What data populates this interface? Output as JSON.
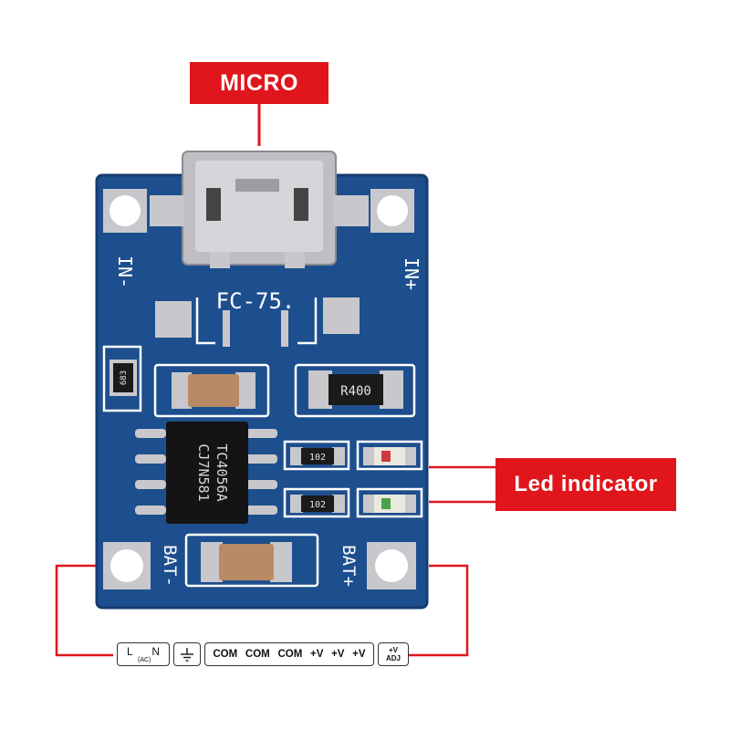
{
  "callouts": {
    "micro": "MICRO",
    "led": "Led indicator"
  },
  "board": {
    "silkscreen": {
      "in_minus": "IN-",
      "in_plus": "IN+",
      "bat_minus": "BAT-",
      "bat_plus": "BAT+",
      "part_code": "FC-75."
    },
    "components": {
      "resistor_sense": "R400",
      "resistor_side": "683",
      "resistor_led1": "102",
      "resistor_led2": "102",
      "chip_line1": "TC4056A",
      "chip_line2": "CJ7N581"
    }
  },
  "terminals": {
    "l": "L",
    "n": "N",
    "ac": "(AC)",
    "com1": "COM",
    "com2": "COM",
    "com3": "COM",
    "v1": "+V",
    "v2": "+V",
    "v3": "+V",
    "adj_top": "+V",
    "adj_bottom": "ADJ"
  },
  "colors": {
    "callout_red": "#e0161c",
    "pcb_blue": "#1d4f8e",
    "solder": "#c8c8cc"
  }
}
